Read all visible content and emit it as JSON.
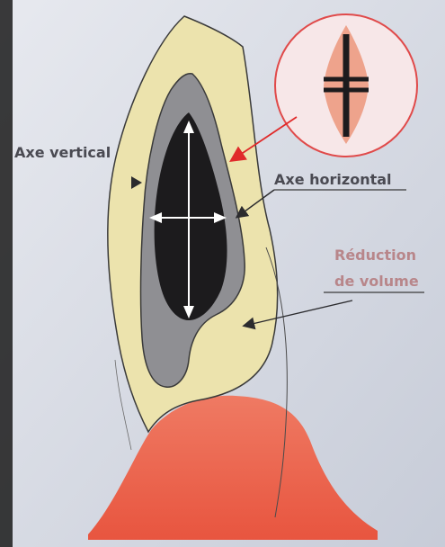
{
  "labels": {
    "axe_vertical": "Axe vertical",
    "axe_horizontal": "Axe horizontal",
    "reduction_line1": "Réduction",
    "reduction_line2": "de volume"
  },
  "colors": {
    "background": "#d9dde6",
    "outer_shape": "#ece3ad",
    "middle_shape": "#8f8f93",
    "inner_shape": "#1c1b1d",
    "base_shape": "#ea6a55",
    "callout_circle_border": "#e04a4a",
    "callout_circle_fill": "#f7e7e8",
    "callout_lozenge": "#eea38c",
    "arrow_dark": "#2b2b2e",
    "arrow_red": "#e02a2a",
    "axis_lines": "#ffffff"
  }
}
